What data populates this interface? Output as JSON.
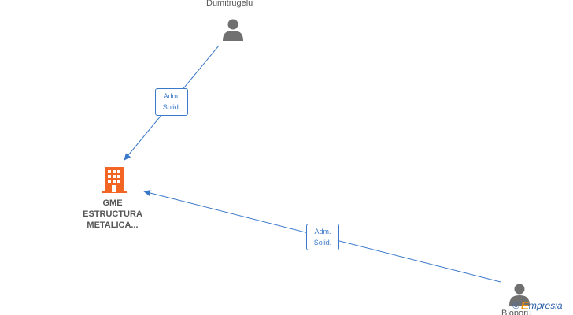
{
  "nodes": {
    "person_top": {
      "name": "Dumitrugelu"
    },
    "person_bottom": {
      "name": "Bloporu"
    },
    "company": {
      "name_lines": [
        "GME",
        "ESTRUCTURA",
        "METALICA..."
      ]
    }
  },
  "edges": [
    {
      "from": "person_top",
      "to": "company",
      "label_lines": [
        "Adm.",
        "Solid."
      ]
    },
    {
      "from": "person_bottom",
      "to": "company",
      "label_lines": [
        "Adm.",
        "Solid."
      ]
    }
  ],
  "watermark": {
    "copyright": "©",
    "brand_initial": "E",
    "brand_rest": "mpresia"
  },
  "colors": {
    "edge": "#3a78c9",
    "company_icon": "#f26522",
    "person_icon": "#707070"
  }
}
